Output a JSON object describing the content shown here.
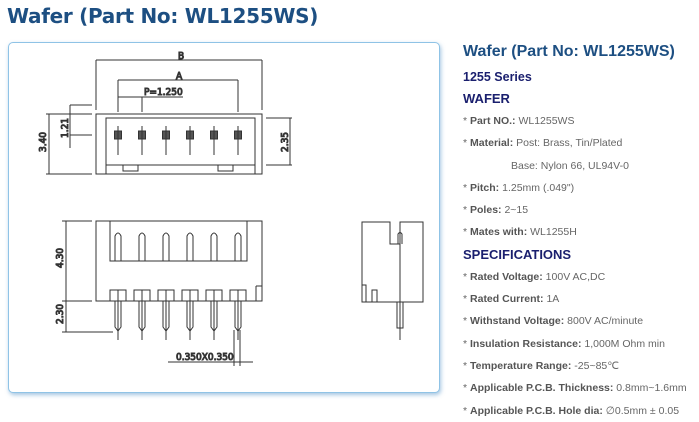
{
  "page_title": "Wafer (Part No: WL1255WS)",
  "drawing": {
    "labels": {
      "B": "B",
      "A": "A",
      "pitch": "P=1.250",
      "h121": "1.21",
      "h340": "3.40",
      "h235": "2.35",
      "h430": "4.30",
      "h230": "2.30",
      "pin_size": "0.350X0.350"
    },
    "pin_count": 6,
    "line_color": "#333333"
  },
  "info": {
    "title": "Wafer (Part No: WL1255WS)",
    "series": "1255 Series",
    "section1": "WAFER",
    "items1": [
      {
        "label": "Part NO.:",
        "value": "WL1255WS"
      },
      {
        "label": "Material:",
        "value": "Post: Brass, Tin/Plated"
      },
      {
        "label": "",
        "value": "Base: Nylon 66, UL94V-0"
      },
      {
        "label": "Pitch:",
        "value": "1.25mm (.049\")"
      },
      {
        "label": "Poles:",
        "value": "2~15"
      },
      {
        "label": "Mates with:",
        "value": "WL1255H"
      }
    ],
    "section2": "SPECIFICATIONS",
    "items2": [
      {
        "label": "Rated Voltage:",
        "value": "100V AC,DC"
      },
      {
        "label": "Rated Current:",
        "value": "1A"
      },
      {
        "label": "Withstand Voltage:",
        "value": "800V AC/minute"
      },
      {
        "label": "Insulation Resistance:",
        "value": "1,000M Ohm min"
      },
      {
        "label": "Temperature Range:",
        "value": "-25~85℃"
      },
      {
        "label": "Applicable P.C.B. Thickness:",
        "value": "0.8mm~1.6mm"
      },
      {
        "label": "Applicable P.C.B. Hole dia:",
        "value": "∅0.5mm ± 0.05"
      }
    ]
  }
}
